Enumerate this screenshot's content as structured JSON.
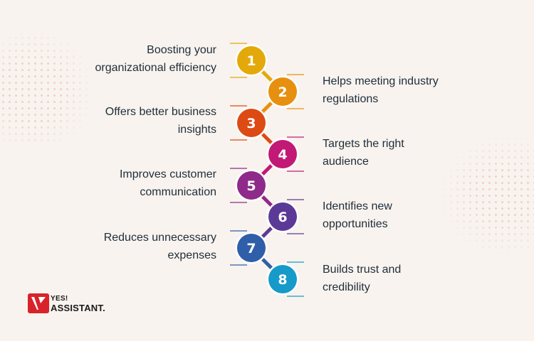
{
  "steps": [
    {
      "num": "1",
      "text": "Boosting your\norganizational efficiency",
      "side": "left",
      "color": "#e3a90a"
    },
    {
      "num": "2",
      "text": "Helps meeting industry\nregulations",
      "side": "right",
      "color": "#e7900f"
    },
    {
      "num": "3",
      "text": "Offers better business\ninsights",
      "side": "left",
      "color": "#dd4a14"
    },
    {
      "num": "4",
      "text": "Targets the right\naudience",
      "side": "right",
      "color": "#c21876"
    },
    {
      "num": "5",
      "text": "Improves customer\ncommunication",
      "side": "left",
      "color": "#8e2a8a"
    },
    {
      "num": "6",
      "text": "Identifies new\nopportunities",
      "side": "right",
      "color": "#5b3a97"
    },
    {
      "num": "7",
      "text": "Reduces unnecessary\nexpenses",
      "side": "left",
      "color": "#2f5fa8"
    },
    {
      "num": "8",
      "text": "Builds trust and\ncredibility",
      "side": "right",
      "color": "#169ac9"
    }
  ],
  "brand": {
    "line1": "YES!",
    "line2": "ASSISTANT.",
    "accent": "#d8232a"
  }
}
